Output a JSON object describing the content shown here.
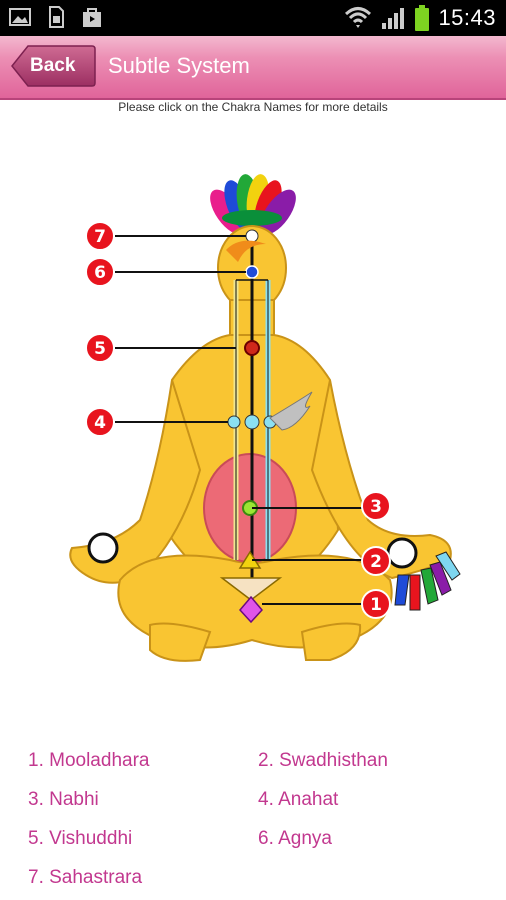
{
  "status_bar": {
    "time": "15:43",
    "left_icons": [
      "image-icon",
      "sim-card-icon",
      "shopping-bag-icon"
    ],
    "right_icons": [
      "wifi-icon",
      "signal-icon",
      "battery-icon"
    ]
  },
  "header": {
    "back_label": "Back",
    "title": "Subtle System"
  },
  "instruction": "Please click on the Chakra Names for more details",
  "diagram": {
    "markers": [
      "1",
      "2",
      "3",
      "4",
      "5",
      "6",
      "7"
    ]
  },
  "chakra_links": [
    {
      "label": "1. Mooladhara"
    },
    {
      "label": "2. Swadhisthan"
    },
    {
      "label": "3. Nabhi"
    },
    {
      "label": "4. Anahat"
    },
    {
      "label": "5. Vishuddhi"
    },
    {
      "label": "6. Agnya"
    },
    {
      "label": "7. Sahastrara"
    }
  ],
  "colors": {
    "accent": "#e0649a",
    "link": "#c2388f",
    "marker_red": "#e8141e",
    "body_yellow": "#f9c532"
  }
}
